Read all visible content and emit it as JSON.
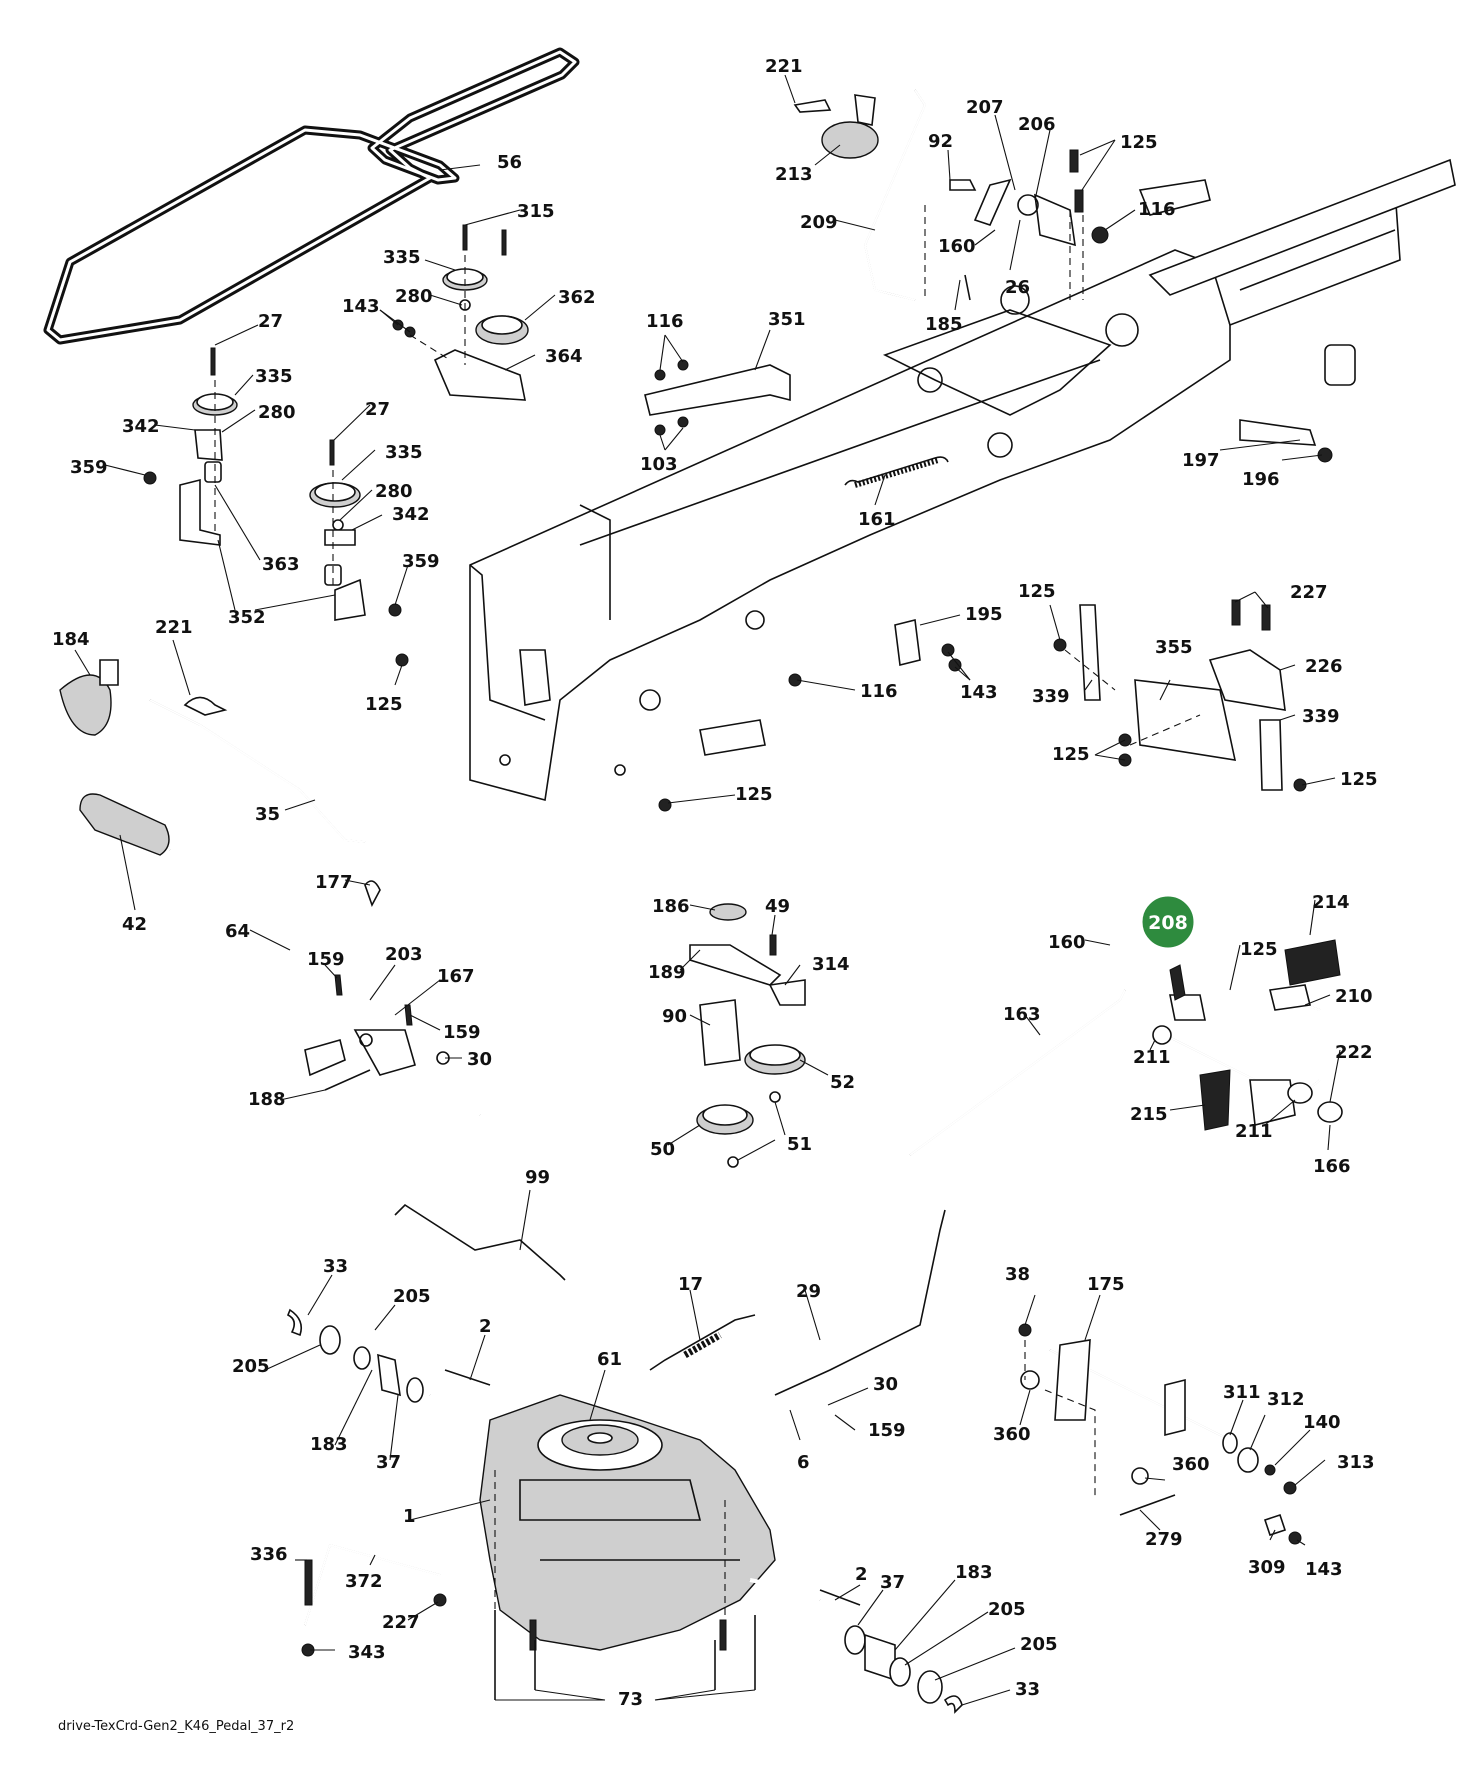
{
  "highlighted_part": {
    "label": "208",
    "color": "#2e8b3e"
  },
  "caption": "drive-TexCrd-Gen2_K46_Pedal_37_r2",
  "labels": [
    "221",
    "213",
    "209",
    "92",
    "207",
    "206",
    "125",
    "116",
    "160",
    "26",
    "185",
    "56",
    "315",
    "335",
    "280",
    "362",
    "143",
    "364",
    "27",
    "335",
    "280",
    "342",
    "359",
    "363",
    "352",
    "27",
    "335",
    "280",
    "342",
    "359",
    "125",
    "116",
    "351",
    "103",
    "161",
    "197",
    "196",
    "125",
    "227",
    "355",
    "226",
    "339",
    "339",
    "125",
    "125",
    "195",
    "143",
    "116",
    "125",
    "184",
    "221",
    "35",
    "42",
    "64",
    "177",
    "159",
    "203",
    "167",
    "159",
    "30",
    "188",
    "186",
    "49",
    "189",
    "314",
    "90",
    "52",
    "51",
    "50",
    "160",
    "125",
    "214",
    "210",
    "163",
    "211",
    "222",
    "215",
    "211",
    "166",
    "99",
    "33",
    "205",
    "205",
    "2",
    "183",
    "37",
    "61",
    "17",
    "29",
    "30",
    "159",
    "6",
    "1",
    "38",
    "175",
    "360",
    "311",
    "312",
    "140",
    "313",
    "360",
    "279",
    "309",
    "143",
    "336",
    "372",
    "227",
    "343",
    "2",
    "37",
    "183",
    "205",
    "205",
    "33",
    "73"
  ]
}
